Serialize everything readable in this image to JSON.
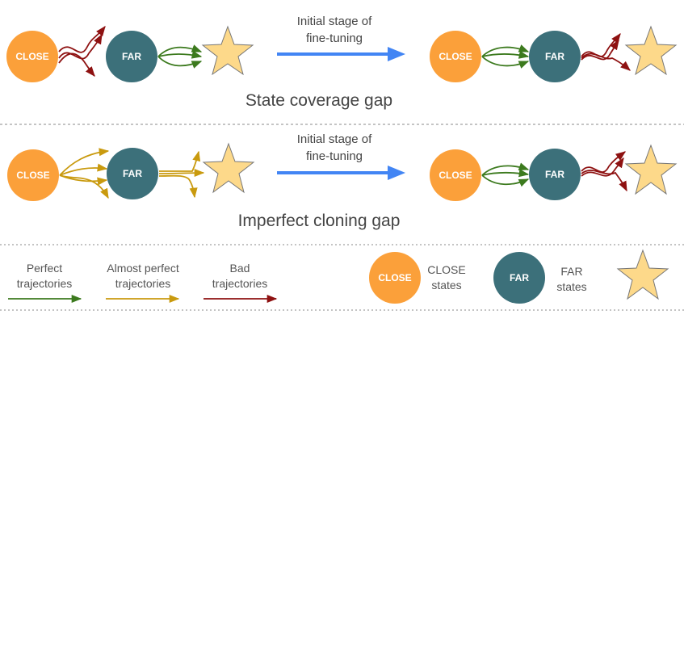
{
  "colors": {
    "close": "#FBA03A",
    "far": "#3C707A",
    "star": "#FDD98A",
    "star_stroke": "#777777",
    "perfect": "#3C7A1E",
    "almost": "#C99A0E",
    "bad": "#8E1111",
    "transition": "#4285F4",
    "divider": "#888888"
  },
  "nodes": {
    "close_label": "CLOSE",
    "far_label": "FAR"
  },
  "state_coverage": {
    "transition_line1": "Initial stage of",
    "transition_line2": "fine-tuning",
    "title": "State coverage gap"
  },
  "imperfect_cloning": {
    "transition_line1": "Initial stage of",
    "transition_line2": "fine-tuning",
    "title": "Imperfect cloning gap"
  },
  "legend": {
    "perfect_line1": "Perfect",
    "perfect_line2": "trajectories",
    "almost_line1": "Almost perfect",
    "almost_line2": "trajectories",
    "bad_line1": "Bad",
    "bad_line2": "trajectories",
    "close_node": "CLOSE",
    "close_desc_line1": "CLOSE",
    "close_desc_line2": "states",
    "far_node": "FAR",
    "far_desc_line1": "FAR",
    "far_desc_line2": "states"
  }
}
